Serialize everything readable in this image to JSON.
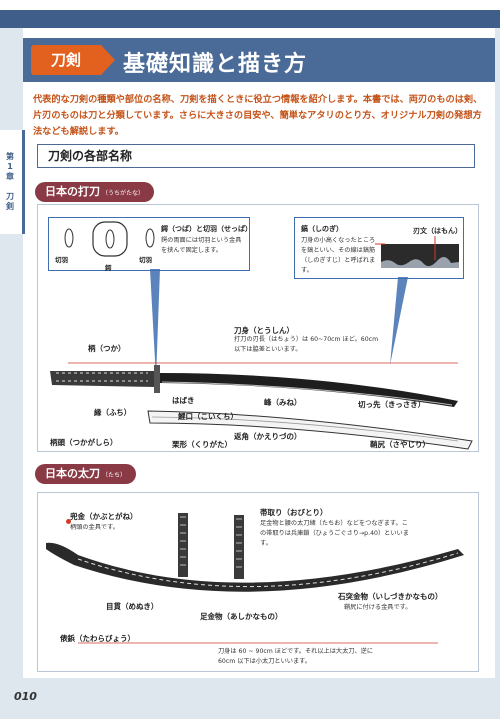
{
  "header": {
    "tag": "刀剣",
    "title": "基礎知識と描き方"
  },
  "intro": "代表的な刀剣の種類や部位の名称、刀剣を描くときに役立つ情報を紹介します。本書では、両刃のものは剣、片刃のものは刀と分類しています。さらに大きさの目安や、簡単なアタリのとり方、オリジナル刀剣の発想方法なども解説します。",
  "side_tab": {
    "chapter": "第1章",
    "title": "刀剣"
  },
  "section_title": "刀剣の各部名称",
  "uchigatana": {
    "heading": "日本の打刀",
    "reading": "（うちがたな）",
    "callout_left": {
      "title": "鍔（つば）と切羽（せっぱ）",
      "desc": "鍔の両面には切羽という金具を挟んで固定します。",
      "seppa_left": "切羽",
      "seppa_right": "切羽",
      "tsuba": "鍔"
    },
    "callout_right": {
      "title": "鎬（しのぎ）",
      "desc": "刀身の小高くなったところを鎬といい、その線は鎬筋（しのぎすじ）と呼ばれます。",
      "hamon": "刃文（はもん）"
    },
    "labels": {
      "tsuka": "柄（つか）",
      "toushin": "刀身（とうしん）",
      "toushin_desc": "打刀の刃長（はちょう）は 60~70cm ほど。60cm 以下は脇差といいます。",
      "fuchi": "縁（ふち）",
      "habaki": "はばき",
      "mine": "峰（みね）",
      "kissaki": "切っ先（きっさき）",
      "koiguchi": "鯉口（こいくち）",
      "kaerizuno": "返角（かえりづの）",
      "kurigata": "栗形（くりがた）",
      "kashira": "柄頭（つかがしら）",
      "kojiri": "鞘尻（さやじり）"
    }
  },
  "tachi": {
    "heading": "日本の太刀",
    "reading": "（たち）",
    "labels": {
      "kabutogane": "兜金（かぶとがね）",
      "kabutogane_desc": "柄頭の金具です。",
      "obitori": "帯取り（おびとり）",
      "obitori_desc": "足金物と腰の太刀緒（たちお）などをつなぎます。この帯取りは兵庫鎖（ひょうごぐさり→p.40）といいます。",
      "ishizuki": "石突金物（いしづきかなもの）",
      "ishizuki_desc": "鞘尻に付ける金具です。",
      "menuki": "目貫（めぬき）",
      "ashikanamono": "足金物（あしかなもの）",
      "tawarabyou": "俵鋲（たわらびょう）",
      "length_note": "刀身は 60 ~ 90cm ほどです。それ以上は大太刀、逆に 60cm 以下は小太刀といいます。"
    }
  },
  "folio": "010",
  "colors": {
    "accent": "#e3611e",
    "navy": "#4a6a98",
    "pill": "#8a3a45",
    "callout": "#3f6fb0",
    "dot": "#d23a2a"
  }
}
